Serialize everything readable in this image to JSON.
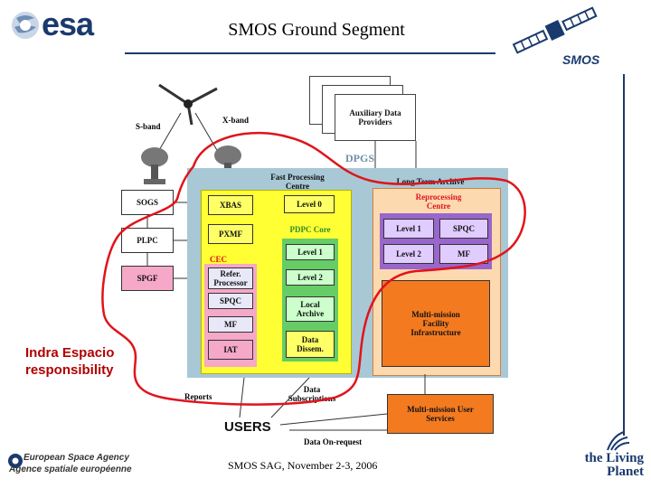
{
  "header": {
    "title": "SMOS Ground Segment",
    "esa_logo_text": "esa",
    "smos_logo_text": "SMOS"
  },
  "footer": {
    "agency_en": "European Space Agency",
    "agency_fr": "Agence spatiale européenne",
    "meeting": "SMOS SAG, November 2-3, 2006",
    "living_planet": "the Living Planet"
  },
  "diagram": {
    "antenna": {
      "s_band": "S-band",
      "x_band": "X-band"
    },
    "aux_providers": "Auxiliary Data Providers",
    "dpgs": "DPGS",
    "fpc": "Fast Processing Centre",
    "lta": "Long Term Archive",
    "reprocessing": "Reprocessing Centre",
    "left_boxes": [
      "SOGS",
      "PLPC",
      "SPGF"
    ],
    "yellow_col1": [
      "XBAS",
      "PXMF"
    ],
    "cec": "CEC",
    "cec_boxes": [
      "Refer. Processor",
      "SPQC",
      "MF",
      "IAT"
    ],
    "level0": "Level 0",
    "pdpc_core": "PDPC Core",
    "pdpc_boxes": [
      "Level 1",
      "Level 2",
      "Local Archive",
      "Data Dissem."
    ],
    "repro_boxes": [
      "Level 1",
      "SPQC",
      "Level 2",
      "MF"
    ],
    "mmfi": "Multi-mission Facility Infrastructure",
    "mmus": "Multi-mission User Services",
    "users": "USERS",
    "reports": "Reports",
    "data_subscriptions": "Data Subscriptions",
    "data_on_request": "Data On-request",
    "indra_label": "Indra Espacio responsibility"
  },
  "colors": {
    "esa_blue": "#1a3a6e",
    "dpgs_bg": "#a8c8d6",
    "yellow": "#ffff33",
    "green": "#66cc66",
    "orange": "#f47a20",
    "light_orange": "#fdd9b0",
    "purple": "#9966cc",
    "pink": "#f5a8c8",
    "red_loop": "#e0141b"
  }
}
